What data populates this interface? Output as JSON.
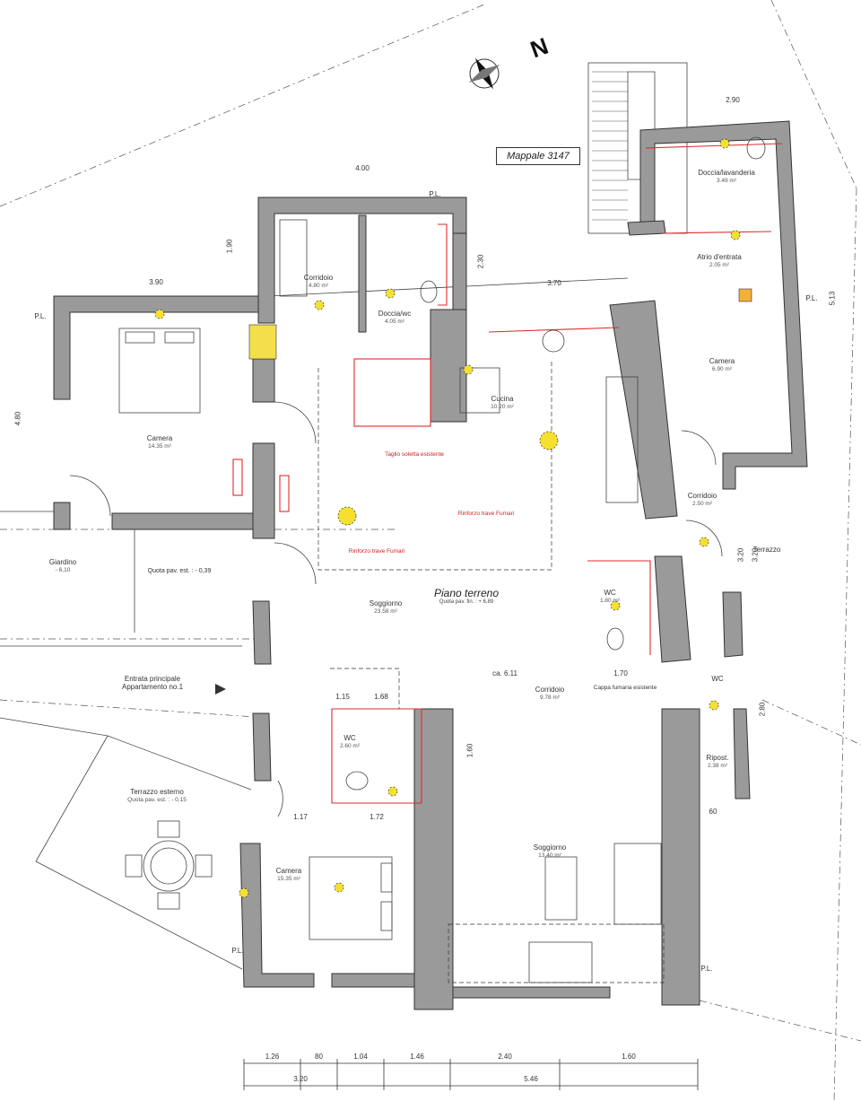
{
  "north_label": "N",
  "mappale": "Mappale 3147",
  "floor": {
    "title": "Piano terreno",
    "quota": "Quota pav. fin. : + 6,89"
  },
  "rooms": [
    {
      "id": "camera-w",
      "name": "Camera",
      "area": "14.35 m²"
    },
    {
      "id": "corridoio-n",
      "name": "Corridoio",
      "area": "4.80 m²"
    },
    {
      "id": "doccia-n",
      "name": "Doccia/wc",
      "area": "4.05 m²"
    },
    {
      "id": "cucina",
      "name": "Cucina",
      "area": "10.20 m²"
    },
    {
      "id": "soggiorno-c",
      "name": "Soggiorno",
      "area": "23.58 m²"
    },
    {
      "id": "doccia-ne",
      "name": "Doccia/lavanderia",
      "area": "3.49 m²"
    },
    {
      "id": "atrio",
      "name": "Atrio d'entrata",
      "area": "2.05 m²"
    },
    {
      "id": "camera-ne",
      "name": "Camera",
      "area": "6.90 m²"
    },
    {
      "id": "corridoio-e",
      "name": "Corridoio",
      "area": "2.50 m²"
    },
    {
      "id": "wc-e",
      "name": "WC",
      "area": "1.80 m²"
    },
    {
      "id": "wc-vc",
      "name": "WC",
      "area": ""
    },
    {
      "id": "ripost",
      "name": "Ripost.",
      "area": "2.38 m²"
    },
    {
      "id": "corridoio-s",
      "name": "Corridoio",
      "area": "9.78 m²"
    },
    {
      "id": "wc-s",
      "name": "WC",
      "area": "2.60 m²"
    },
    {
      "id": "camera-s",
      "name": "Camera",
      "area": "15.35 m²"
    },
    {
      "id": "soggiorno-s",
      "name": "Soggiorno",
      "area": "13.40 m²"
    }
  ],
  "outdoor": {
    "giardino": {
      "name": "Giardino",
      "quota": "- 6,10"
    },
    "quota_pav": "Quota pav. est. : - 0,39",
    "terrazzo_e": "Terrazzo",
    "terrazzo_est": {
      "name": "Terrazzo esterno",
      "quota": "Quota pav. est. : - 0,15"
    },
    "entrata": {
      "line1": "Entrata principale",
      "line2": "Appartamento no.1"
    }
  },
  "dims": {
    "d_400": "4.00",
    "d_390": "3.90",
    "d_290": "2.90",
    "d_370": "3.70",
    "d_480": "4.80",
    "d_190": "1.90",
    "d_230": "2.30",
    "d_513": "5.13",
    "d_160": "1.60",
    "d_611": "ca. 6.11",
    "d_170": "1.70",
    "d_115": "1.15",
    "d_168": "1.68",
    "d_117": "1.17",
    "d_172": "1.72",
    "d_320": "3.20",
    "d_320b": "3.20",
    "d_280": "2.80",
    "d_546": "5.46",
    "d_060": "60"
  },
  "bottom_dims": [
    "1.26",
    "80",
    "1.04",
    "1.46",
    "2.40",
    "1.60"
  ],
  "bottom_totals": [
    "3.20",
    "5.46"
  ],
  "pl_labels": [
    "P.L.",
    "P.L.",
    "P.L.",
    "P.L.",
    "P.L."
  ],
  "notes": {
    "cappa": "Cappa fumaria esistente",
    "taglio": "Taglio soletta esistente",
    "rinforzo1": "Rinforzo trave Fumari",
    "rinforzo2": "Rinforzo trave Fumari"
  }
}
